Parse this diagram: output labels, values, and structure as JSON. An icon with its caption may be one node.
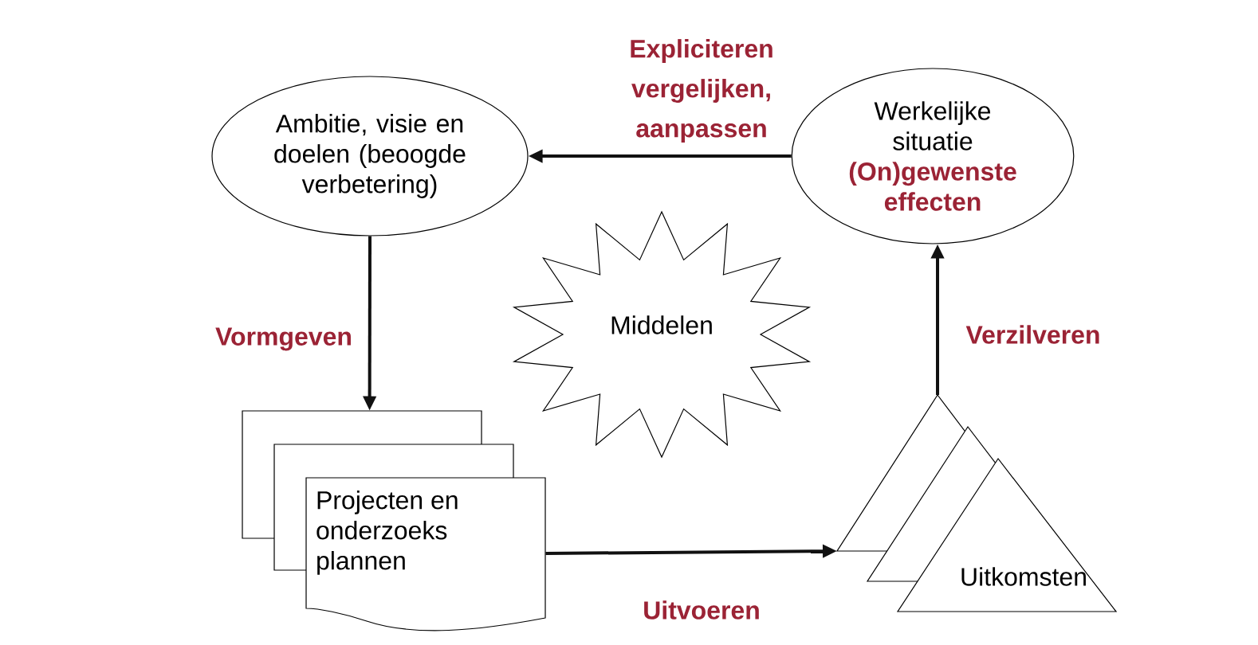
{
  "diagram": {
    "nodes": [
      {
        "text": [
          "Ambitie, visie en doelen (beoogde verbetering)"
        ]
      },
      {
        "text": [
          "Werkelijke situatie",
          "(On)gewenste effecten"
        ]
      },
      {
        "text": [
          "Middelen"
        ]
      },
      {
        "text": [
          "Projecten en onderzoeks plannen"
        ]
      },
      {
        "text": [
          "Uitkomsten"
        ]
      }
    ],
    "edges": [
      {
        "from": 1,
        "to": 0,
        "arrow": "to",
        "label": "Expliciteren vergelijken, aanpassen"
      },
      {
        "from": 0,
        "to": 3,
        "arrow": "to",
        "label": "Vormgeven"
      },
      {
        "from": 3,
        "to": 4,
        "arrow": "to",
        "label": "Uitvoeren"
      },
      {
        "from": 4,
        "to": 1,
        "arrow": "to",
        "label": "Verzilveren"
      }
    ]
  }
}
